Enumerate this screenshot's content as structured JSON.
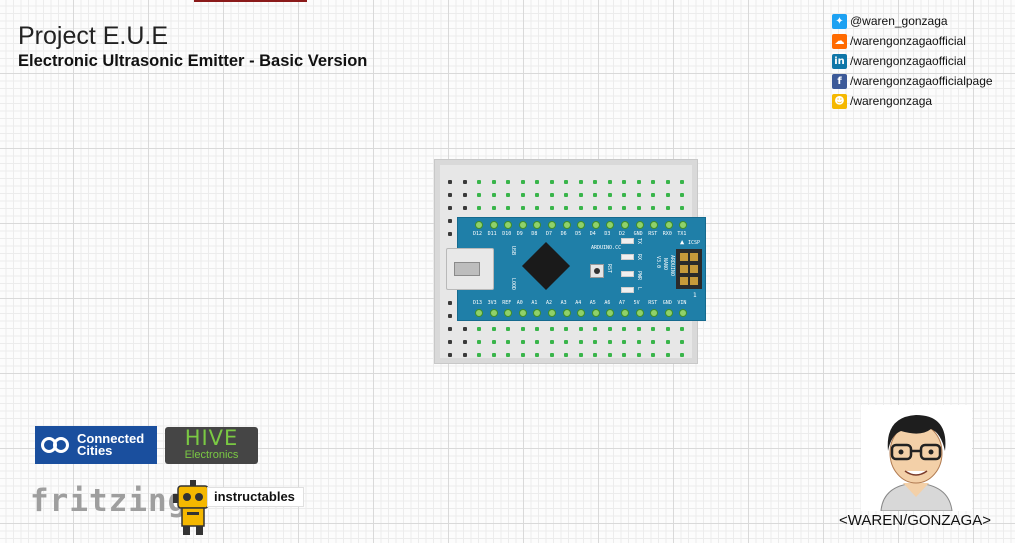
{
  "header": {
    "title": "Project E.U.E",
    "subtitle": "Electronic Ultrasonic Emitter - Basic Version"
  },
  "socials": [
    {
      "icon": "twitter-icon",
      "label": "@waren_gonzaga",
      "color": "#1da1f2"
    },
    {
      "icon": "soundcloud-icon",
      "label": "/warengonzagaofficial",
      "color": "#ff6a00"
    },
    {
      "icon": "linkedin-icon",
      "label": "/warengonzagaofficial",
      "color": "#0e76a8"
    },
    {
      "icon": "facebook-icon",
      "label": "/warengonzagaofficialpage",
      "color": "#3b5998"
    },
    {
      "icon": "instructables-icon",
      "label": "/warengonzaga",
      "color": "#f5b800"
    }
  ],
  "arduino": {
    "top_pins": [
      "D12",
      "D11",
      "D10",
      "D9",
      "D8",
      "D7",
      "D6",
      "D5",
      "D4",
      "D3",
      "D2",
      "GND",
      "RST",
      "RX0",
      "TX1"
    ],
    "bottom_pins": [
      "D13",
      "3V3",
      "REF",
      "A0",
      "A1",
      "A2",
      "A3",
      "A4",
      "A5",
      "A6",
      "A7",
      "5V",
      "RST",
      "GND",
      "VIN"
    ],
    "brand": "ARDUINO.CC",
    "model_line1": "ARDUINO",
    "model_line2": "NANO",
    "model_line3": "V3.0",
    "usb_label": "USB",
    "chip_label": "LOOD",
    "rst_label": "RST",
    "led_labels": [
      "TX",
      "RX",
      "PWR",
      "L"
    ],
    "icsp_label": "ICSP",
    "pin1_mark": "1"
  },
  "logos": {
    "connected_line1": "Connected",
    "connected_line2": "Cities",
    "hive_big": "HIVE",
    "hive_small": "Electronics",
    "fritzing": "fritzing",
    "instructables": "instructables"
  },
  "signature": "<WAREN/GONZAGA>",
  "colors": {
    "board": "#1f7fa8",
    "breadboard": "#d9d9d9",
    "hole_green": "#39b54a",
    "hole_dark": "#3a3a3a",
    "hive_green": "#7ac943",
    "connected_blue": "#1a4f9e"
  }
}
